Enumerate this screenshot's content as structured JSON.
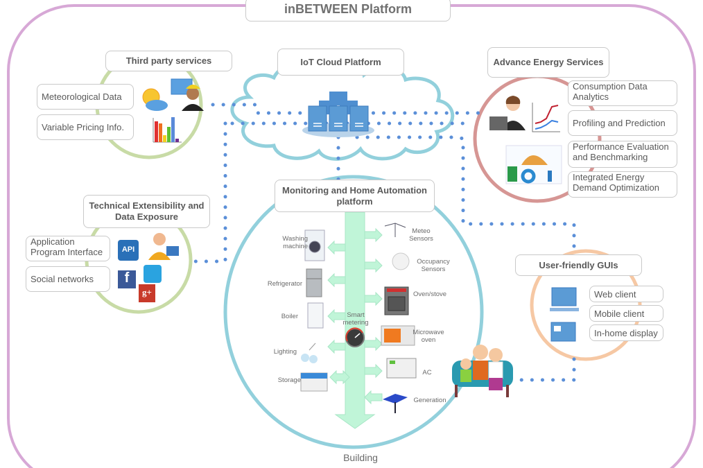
{
  "title": "inBETWEEN Platform",
  "footer_label": "Building",
  "colors": {
    "outer_border": "#d7a8d6",
    "third_party_ring": "#c8dba6",
    "energy_ring": "#d69694",
    "building_ring": "#92d0dc",
    "gui_ring": "#f6c8a4",
    "cloud_stroke": "#92d0dc",
    "connector_dots": "#5b8fd8",
    "bus_fill": "#c0f5d8"
  },
  "third_party": {
    "header": "Third party services",
    "items": [
      "Meteorological Data",
      "Variable Pricing Info."
    ]
  },
  "iot_cloud": {
    "header": "IoT Cloud Platform"
  },
  "energy_services": {
    "header": "Advance Energy Services",
    "items": [
      {
        "line1": "Consumption Data",
        "line2": "Analytics"
      },
      {
        "line1": "Profiling and Prediction",
        "line2": ""
      },
      {
        "line1": "Performance Evaluation",
        "line2": "and Benchmarking"
      },
      {
        "line1": "Integrated Energy",
        "line2": "Demand Optimization"
      }
    ]
  },
  "technical": {
    "header_line1": "Technical Extensibility and",
    "header_line2": "Data Exposure",
    "items": [
      {
        "line1": "Application",
        "line2": "Program Interface"
      },
      {
        "line1": "Social networks",
        "line2": ""
      }
    ],
    "api_badge": "API"
  },
  "monitoring": {
    "header_line1": "Monitoring and Home Automation",
    "header_line2": "platform",
    "smart_metering_line1": "Smart",
    "smart_metering_line2": "metering",
    "left_devices": [
      {
        "line1": "Washing",
        "line2": "machine",
        "icon": "washing-machine-icon"
      },
      {
        "line1": "Refrigerator",
        "line2": "",
        "icon": "refrigerator-icon"
      },
      {
        "line1": "Boiler",
        "line2": "",
        "icon": "boiler-icon"
      },
      {
        "line1": "Lighting",
        "line2": "",
        "icon": "lighting-icon"
      },
      {
        "line1": "Storage",
        "line2": "",
        "icon": "battery-icon"
      }
    ],
    "right_devices": [
      {
        "line1": "Meteo",
        "line2": "Sensors",
        "icon": "meteo-sensor-icon"
      },
      {
        "line1": "Occupancy",
        "line2": "Sensors",
        "icon": "occupancy-sensor-icon"
      },
      {
        "line1": "Oven/stove",
        "line2": "",
        "icon": "oven-icon"
      },
      {
        "line1": "Microwave",
        "line2": "oven",
        "icon": "microwave-icon"
      },
      {
        "line1": "AC",
        "line2": "",
        "icon": "air-conditioner-icon"
      },
      {
        "line1": "Generation",
        "line2": "",
        "icon": "solar-panel-icon"
      }
    ]
  },
  "gui": {
    "header": "User-friendly GUIs",
    "items": [
      "Web client",
      "Mobile client",
      "In-home display"
    ]
  }
}
